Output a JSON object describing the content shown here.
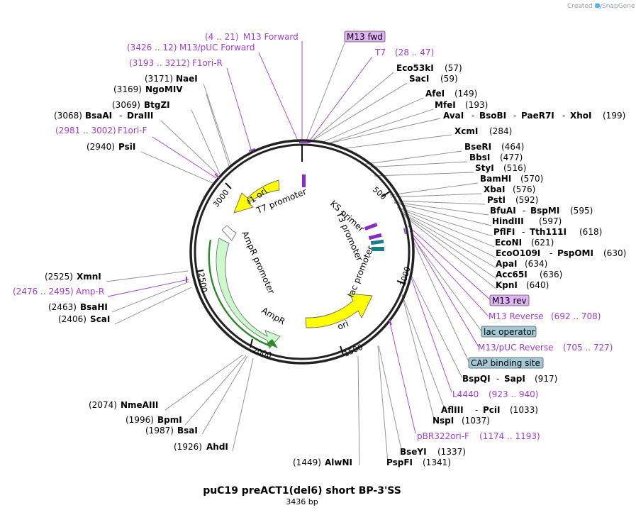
{
  "credit": {
    "prefix": "Created by",
    "brand": "SnapGene"
  },
  "plasmid": {
    "name": "puC19 preACT1(del6) short BP-3'SS",
    "size": "3436 bp"
  },
  "ticks": [
    "500",
    "1000",
    "1500",
    "2000",
    "2500",
    "3000"
  ],
  "features": {
    "f1_ori": "f1 ori",
    "t7_promoter": "T7 promoter",
    "ampr_promoter": "AmpR promoter",
    "ampr": "AmpR",
    "ks_primer": "KS primer",
    "t3_promoter": "T3 promoter",
    "lac_promoter": "lac promoter",
    "ori": "ori"
  },
  "boxed": {
    "m13_fwd": "M13 fwd",
    "m13_rev": "M13 rev",
    "lac_operator": "lac operator",
    "cap_site": "CAP binding site"
  },
  "left_labels": {
    "m13_forward": {
      "name": "M13 Forward",
      "pos": "(4 .. 21)"
    },
    "m13puc_forward": {
      "name": "M13/pUC Forward",
      "pos": "(3426 .. 12)"
    },
    "f1ori_r": {
      "name": "F1ori-R",
      "pos": "(3193 .. 3212)"
    },
    "naei": {
      "name": "NaeI",
      "pos": "(3171)"
    },
    "ngomiv": {
      "name": "NgoMIV",
      "pos": "(3169)"
    },
    "btgzi": {
      "name": "BtgZI",
      "pos": "(3069)"
    },
    "bsaai": {
      "name": "BsaAI",
      "sep": "-",
      "name2": "DraIII",
      "pos": "(3068)"
    },
    "f1ori_f": {
      "name": "F1ori-F",
      "pos": "(2981 .. 3002)"
    },
    "psii": {
      "name": "PsiI",
      "pos": "(2940)"
    },
    "xmni": {
      "name": "XmnI",
      "pos": "(2525)"
    },
    "amp_r": {
      "name": "Amp-R",
      "pos": "(2476 .. 2495)"
    },
    "bsahi": {
      "name": "BsaHI",
      "pos": "(2463)"
    },
    "scai": {
      "name": "ScaI",
      "pos": "(2406)"
    },
    "nmeaiii": {
      "name": "NmeAIII",
      "pos": "(2074)"
    },
    "bpmi": {
      "name": "BpmI",
      "pos": "(1996)"
    },
    "bsai": {
      "name": "BsaI",
      "pos": "(1987)"
    },
    "ahdi": {
      "name": "AhdI",
      "pos": "(1926)"
    },
    "alwni": {
      "name": "AlwNI",
      "pos": "(1449)"
    }
  },
  "right_labels": {
    "t7": {
      "name": "T7",
      "pos": "(28 .. 47)"
    },
    "eco53ki": {
      "name": "Eco53kI",
      "pos": "(57)"
    },
    "saci": {
      "name": "SacI",
      "pos": "(59)"
    },
    "afei": {
      "name": "AfeI",
      "pos": "(149)"
    },
    "mfei": {
      "name": "MfeI",
      "pos": "(193)"
    },
    "avai": {
      "name": "AvaI",
      "sep": "-",
      "name2": "BsoBI",
      "sep2": "-",
      "name3": "PaeR7I",
      "sep3": "-",
      "name4": "XhoI",
      "pos": "(199)"
    },
    "xcmi": {
      "name": "XcmI",
      "pos": "(284)"
    },
    "bseri": {
      "name": "BseRI",
      "pos": "(464)"
    },
    "bbsi": {
      "name": "BbsI",
      "pos": "(477)"
    },
    "styi": {
      "name": "StyI",
      "pos": "(516)"
    },
    "bamhi": {
      "name": "BamHI",
      "pos": "(570)"
    },
    "xbai": {
      "name": "XbaI",
      "pos": "(576)"
    },
    "psti": {
      "name": "PstI",
      "pos": "(592)"
    },
    "bfuai": {
      "name": "BfuAI",
      "sep": "-",
      "name2": "BspMI",
      "pos": "(595)"
    },
    "hindiii": {
      "name": "HindIII",
      "pos": "(597)"
    },
    "pflfi": {
      "name": "PflFI",
      "sep": "-",
      "name2": "Tth111I",
      "pos": "(618)"
    },
    "econi": {
      "name": "EcoNI",
      "pos": "(621)"
    },
    "ecoo109i": {
      "name": "EcoO109I",
      "sep": "-",
      "name2": "PspOMI",
      "pos": "(630)"
    },
    "apai": {
      "name": "ApaI",
      "pos": "(634)"
    },
    "acc65i": {
      "name": "Acc65I",
      "pos": "(636)"
    },
    "kpni": {
      "name": "KpnI",
      "pos": "(640)"
    },
    "m13_reverse": {
      "name": "M13 Reverse",
      "pos": "(692 .. 708)"
    },
    "m13puc_reverse": {
      "name": "M13/pUC Reverse",
      "pos": "(705 .. 727)"
    },
    "bspqi": {
      "name": "BspQI",
      "sep": "-",
      "name2": "SapI",
      "pos": "(917)"
    },
    "l4440": {
      "name": "L4440",
      "pos": "(923 .. 940)"
    },
    "afliii": {
      "name": "AflIII",
      "sep": "-",
      "name2": "PciI",
      "pos": "(1033)"
    },
    "nspi": {
      "name": "NspI",
      "pos": "(1037)"
    },
    "pbr322ori_f": {
      "name": "pBR322ori-F",
      "pos": "(1174 .. 1193)"
    },
    "bseyi": {
      "name": "BseYI",
      "pos": "(1337)"
    },
    "pspfi": {
      "name": "PspFI",
      "pos": "(1341)"
    }
  },
  "colors": {
    "primer": "#a03cd2",
    "yellow_feature": "#ffff00",
    "ampr_feature": "#ccf8cc",
    "boxed_primer": "#e1b3f5",
    "boxed_site": "#a3c8d6",
    "ampr_arrow": "#2a8a2a"
  }
}
